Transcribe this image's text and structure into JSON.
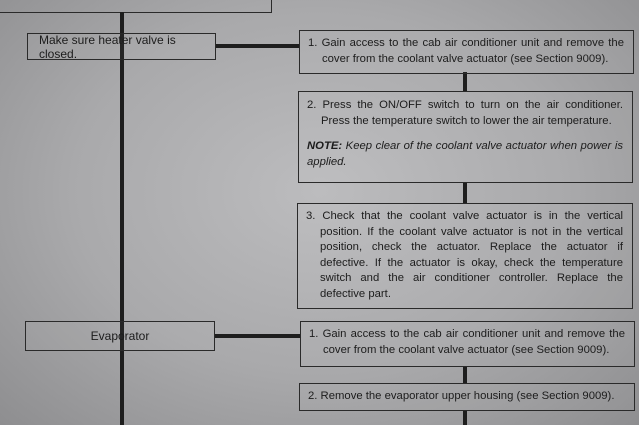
{
  "left": {
    "heater": "Make sure heater valve is closed.",
    "evaporator": "Evaporator"
  },
  "steps": {
    "s1": "1. Gain access to the cab air conditioner unit and remove the cover from the coolant valve actuator (see Section 9009).",
    "s2": "2. Press the ON/OFF switch to turn on the air conditioner. Press the temperature switch to lower the air temperature.",
    "note_label": "NOTE:",
    "note_text": " Keep clear of the coolant valve actuator when power is applied.",
    "s3": "3. Check that the coolant valve actuator is in the vertical position. If the coolant valve actuator is not in the vertical position, check the actuator. Replace the actuator if defective. If the actuator is okay, check the temperature switch and the air conditioner controller. Replace the defective part.",
    "e1": "1. Gain access to the cab air conditioner unit and remove the cover from the coolant valve actuator (see Section 9009).",
    "e2": "2. Remove the evaporator upper housing (see Section 9009)."
  }
}
